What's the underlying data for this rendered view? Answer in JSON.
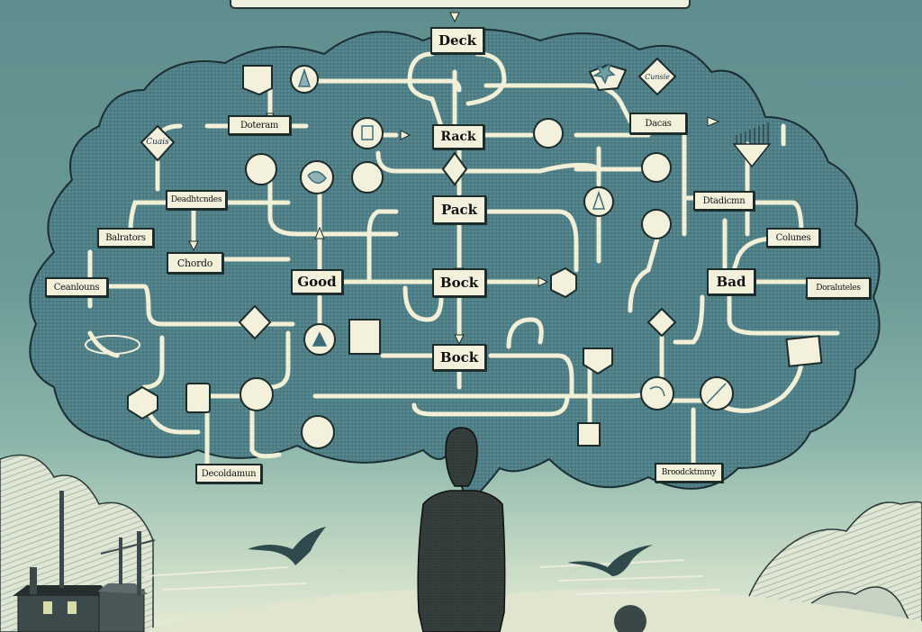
{
  "scene": {
    "title": "Man contemplating a flowchart thought cloud",
    "colors": {
      "sky_top": "#5f8e8e",
      "sky_bottom": "#e6ecd5",
      "cloud_fill": "#4e7f86",
      "cloud_outline": "#1d2f33",
      "path_color": "#f1efd6",
      "node_fill": "#f3f1dc",
      "figure_color": "#2f3a39"
    }
  },
  "flowchart": {
    "nodes": [
      {
        "id": "top",
        "label": "Deck"
      },
      {
        "id": "center_upper",
        "label": "Rack"
      },
      {
        "id": "center_mid",
        "label": "Pack"
      },
      {
        "id": "center_main",
        "label": "Bock"
      },
      {
        "id": "center_lower",
        "label": "Bock"
      },
      {
        "id": "good",
        "label": "Good"
      },
      {
        "id": "bad",
        "label": "Bad"
      },
      {
        "id": "left_top",
        "label": "Doteram"
      },
      {
        "id": "left_diamond",
        "label": "Cuais"
      },
      {
        "id": "left_mid",
        "label": "Deadhtcndes"
      },
      {
        "id": "left_side",
        "label": "Balrators"
      },
      {
        "id": "left_choice",
        "label": "Chordo"
      },
      {
        "id": "left_edge",
        "label": "Ceanlouns"
      },
      {
        "id": "left_bottom",
        "label": "Decoldamun"
      },
      {
        "id": "right_top",
        "label": "Dacas"
      },
      {
        "id": "right_diamond",
        "label": "Cunsie"
      },
      {
        "id": "right_mid",
        "label": "Dtadicmn"
      },
      {
        "id": "right_side",
        "label": "Colunes"
      },
      {
        "id": "right_edge",
        "label": "Doraluteles"
      },
      {
        "id": "right_bottom",
        "label": "Broodcktmmy"
      }
    ]
  }
}
